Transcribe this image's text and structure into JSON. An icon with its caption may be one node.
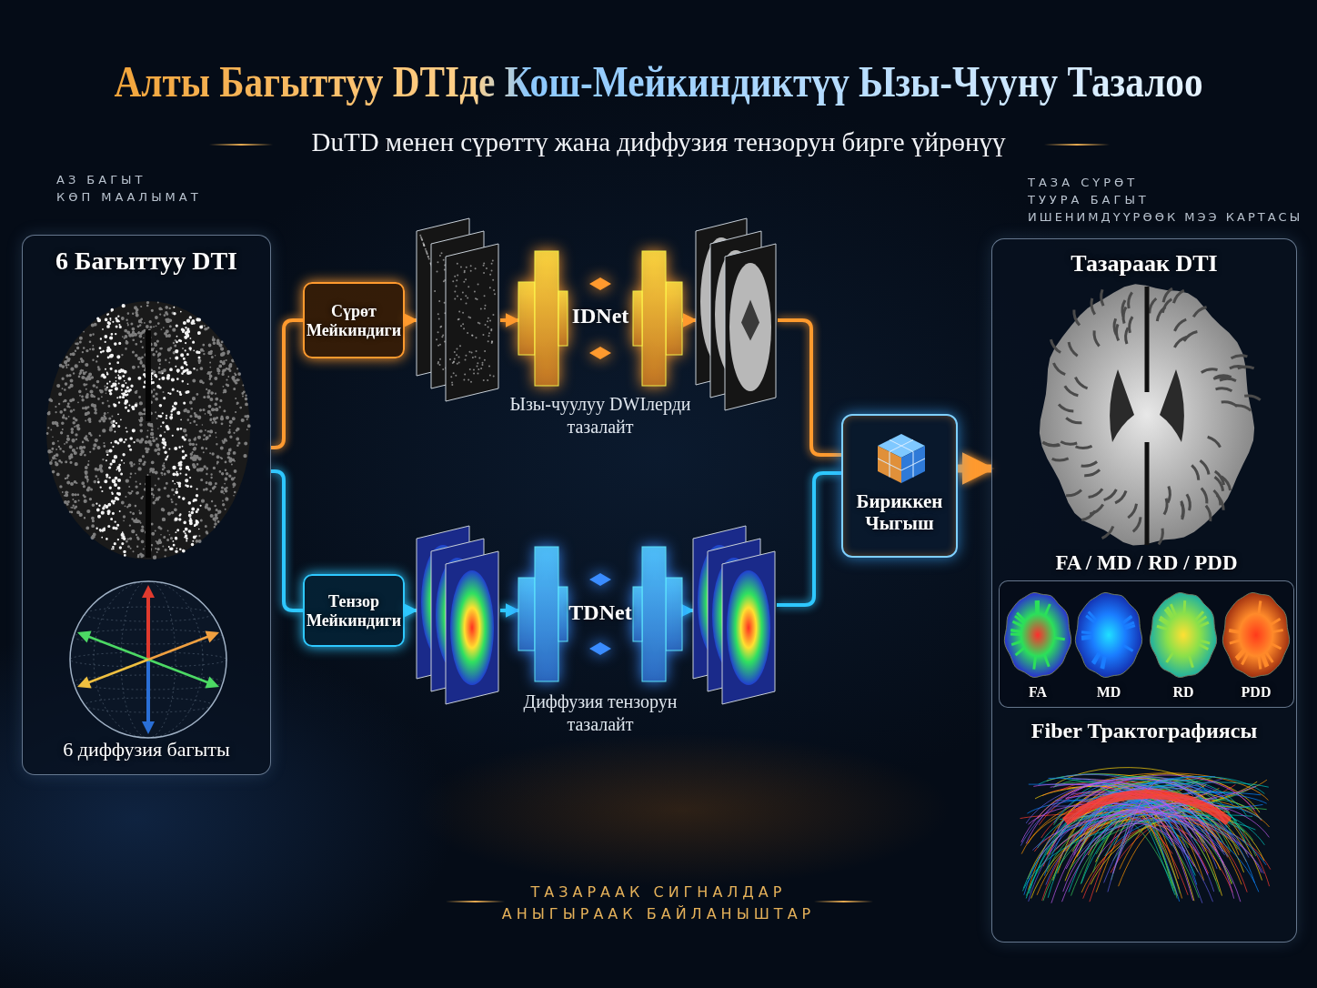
{
  "diagram": {
    "title": "Алты Багыттуу DTIде Кош-Мейкиндиктүү Ызы-Чууну Тазалоо",
    "nodes": [
      {
        "text": [
          "6 Багыттуу DTI",
          "6 диффузия багыты"
        ]
      },
      {
        "text": [
          "Сүрөт Мейкиндиги"
        ]
      },
      {
        "text": [],
        "shape": "picture"
      },
      {
        "text": [
          "IDNet"
        ],
        "beside": [
          "Ызы-чуулуу DWIлерди тазалайт"
        ]
      },
      {
        "text": [],
        "shape": "picture"
      },
      {
        "text": [
          "Тензор Мейкиндиги"
        ]
      },
      {
        "text": [],
        "shape": "picture"
      },
      {
        "text": [
          "TDNet"
        ],
        "beside": [
          "Диффузия тензорун тазалайт"
        ]
      },
      {
        "text": [],
        "shape": "picture"
      },
      {
        "text": [
          "Бириккен Чыгыш"
        ]
      },
      {
        "text": [
          "Тазараак DTI",
          "Fiber Трактографиясы"
        ]
      },
      {
        "text": [
          "FA / MD / RD / PDD",
          "FA",
          "MD",
          "RD",
          "PDD"
        ],
        "in": 10
      }
    ],
    "edges": [
      {
        "from": 0,
        "to": 1,
        "arrow": "none"
      },
      {
        "from": 1,
        "to": 2,
        "arrow": "to"
      },
      {
        "from": 2,
        "to": 3,
        "arrow": "to"
      },
      {
        "from": 3,
        "to": 4,
        "arrow": "to"
      },
      {
        "from": 4,
        "to": 9,
        "arrow": "none"
      },
      {
        "from": 0,
        "to": 5,
        "arrow": "none",
        "color": "#2ec8ff"
      },
      {
        "from": 5,
        "to": 6,
        "arrow": "to",
        "color": "#2ec8ff"
      },
      {
        "from": 6,
        "to": 7,
        "arrow": "to",
        "color": "#2ec8ff"
      },
      {
        "from": 7,
        "to": 8,
        "arrow": "to",
        "color": "#2ec8ff"
      },
      {
        "from": 8,
        "to": 9,
        "arrow": "none",
        "color": "#2ec8ff"
      },
      {
        "from": 9,
        "to": 10,
        "arrow": "to",
        "style": "thick"
      }
    ],
    "labels": [
      "DuTD менен сүрөттү жана диффузия тензорун бирге үйрөнүү",
      "АЗ БАГЫТ",
      "КӨП МААЛЫМАТ",
      "ТАЗА СҮРӨТ",
      "ТУУРА БАГЫТ",
      "ИШЕНИМДҮҮРӨӨК МЭЭ КАРТАСЫ",
      "ТАЗАРААК СИГНАЛДАР",
      "АНЫГЫРААК БАЙЛАНЫШТАР"
    ]
  }
}
